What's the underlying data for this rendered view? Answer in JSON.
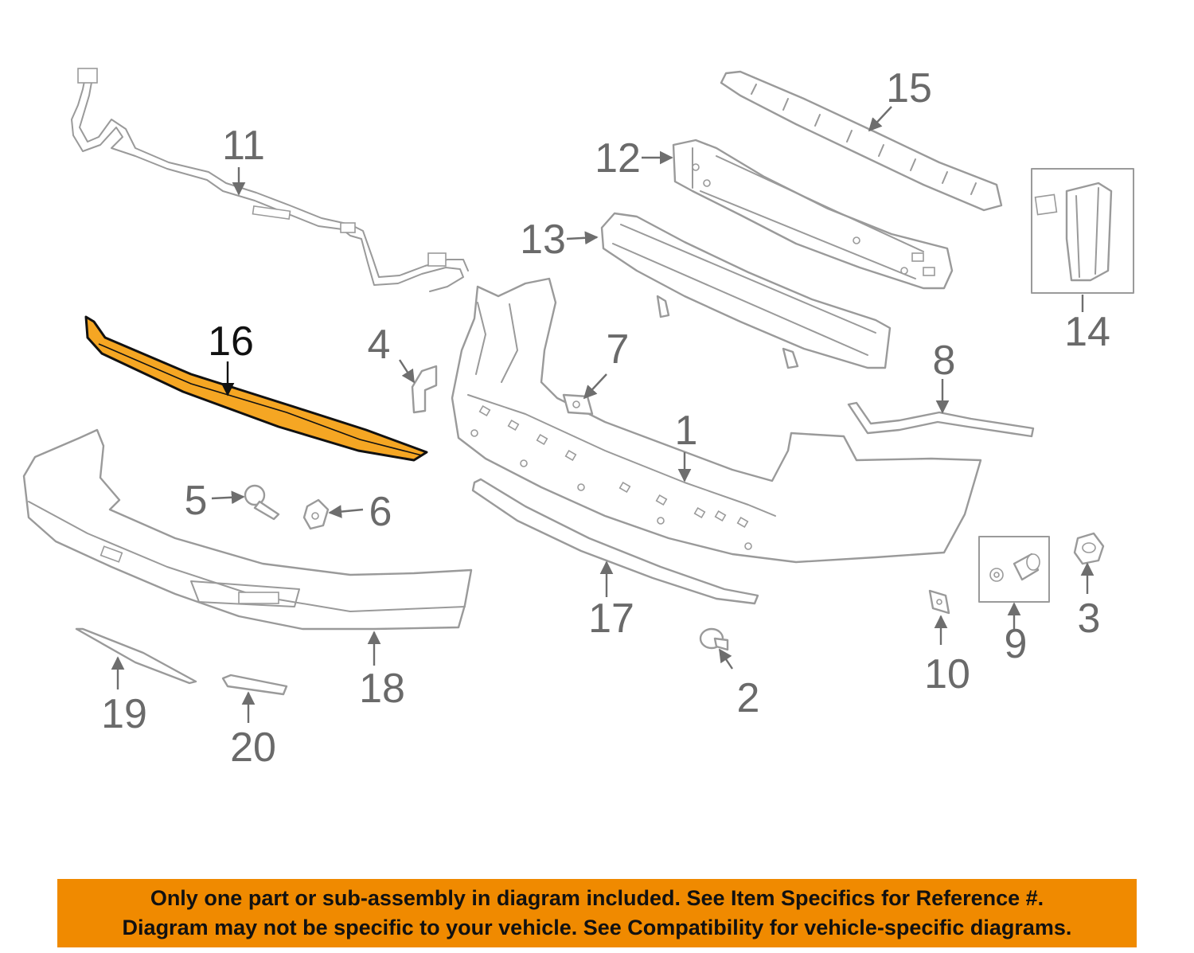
{
  "diagram": {
    "highlight_color": "#f5a623",
    "highlighted_ref": "16",
    "callouts": {
      "c1": "1",
      "c2": "2",
      "c3": "3",
      "c4": "4",
      "c5": "5",
      "c6": "6",
      "c7": "7",
      "c8": "8",
      "c9": "9",
      "c10": "10",
      "c11": "11",
      "c12": "12",
      "c13": "13",
      "c14": "14",
      "c15": "15",
      "c16": "16",
      "c17": "17",
      "c18": "18",
      "c19": "19",
      "c20": "20"
    }
  },
  "disclaimer": {
    "background_color": "#f08a00",
    "line1": "Only one part or sub-assembly in diagram included. See Item Specifics for Reference #.",
    "line2": "Diagram may not be specific to your vehicle. See Compatibility for vehicle-specific diagrams."
  }
}
